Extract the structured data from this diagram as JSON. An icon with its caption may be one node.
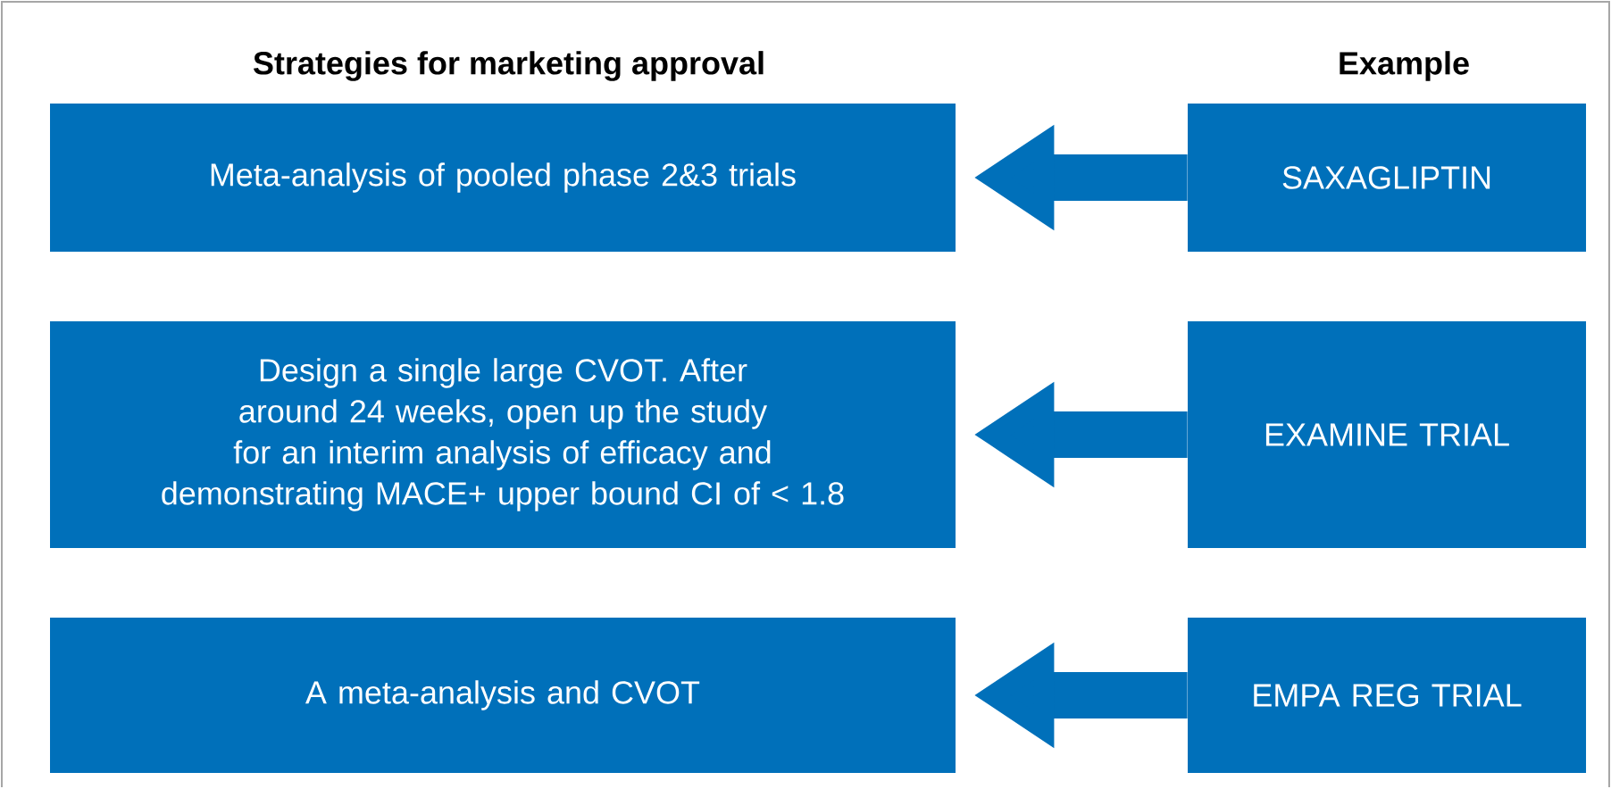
{
  "diagram": {
    "nodes": [
      {
        "text": [
          "Meta-analysis of pooled phase 2&3 trials"
        ]
      },
      {
        "text": [
          "SAXAGLIPTIN"
        ]
      },
      {
        "text": [
          "Design a single large CVOT. After around 24 weeks, open up the study for an interim analysis of efficacy and demonstrating MACE+ upper bound CI of < 1.8"
        ]
      },
      {
        "text": [
          "EXAMINE TRIAL"
        ]
      },
      {
        "text": [
          "A meta-analysis and CVOT"
        ]
      },
      {
        "text": [
          "EMPA REG TRIAL"
        ]
      }
    ],
    "edges": [
      {
        "from": 1,
        "to": 0,
        "arrow": "to"
      },
      {
        "from": 3,
        "to": 2,
        "arrow": "to"
      },
      {
        "from": 5,
        "to": 4,
        "arrow": "to"
      }
    ],
    "labels": [
      "Strategies for marketing approval",
      "Example"
    ]
  }
}
